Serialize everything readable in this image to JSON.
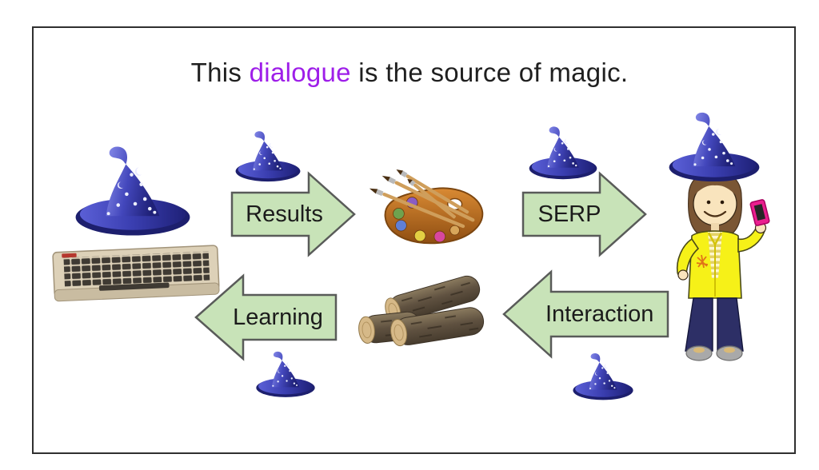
{
  "title": {
    "prefix": "This ",
    "highlight": "dialogue",
    "suffix": " is the source of magic."
  },
  "arrows": {
    "results": {
      "label": "Results",
      "direction": "right"
    },
    "serp": {
      "label": "SERP",
      "direction": "right"
    },
    "interaction": {
      "label": "Interaction",
      "direction": "left"
    },
    "learning": {
      "label": "Learning",
      "direction": "left"
    }
  },
  "icons": {
    "computer": "retro-computer-keyboard-with-wizard-hat",
    "wizard_hat": "wizard-hat",
    "palette": "paint-palette-with-brushes",
    "logs": "wood-logs",
    "user": "girl-holding-pink-phone-wearing-wizard-hat"
  },
  "colors": {
    "title_highlight": "#9e1ee9",
    "arrow_fill": "#c8e3b8",
    "arrow_stroke": "#595b59",
    "hat_blue": "#2c2f9c",
    "slide_border": "#2f2f2f"
  }
}
